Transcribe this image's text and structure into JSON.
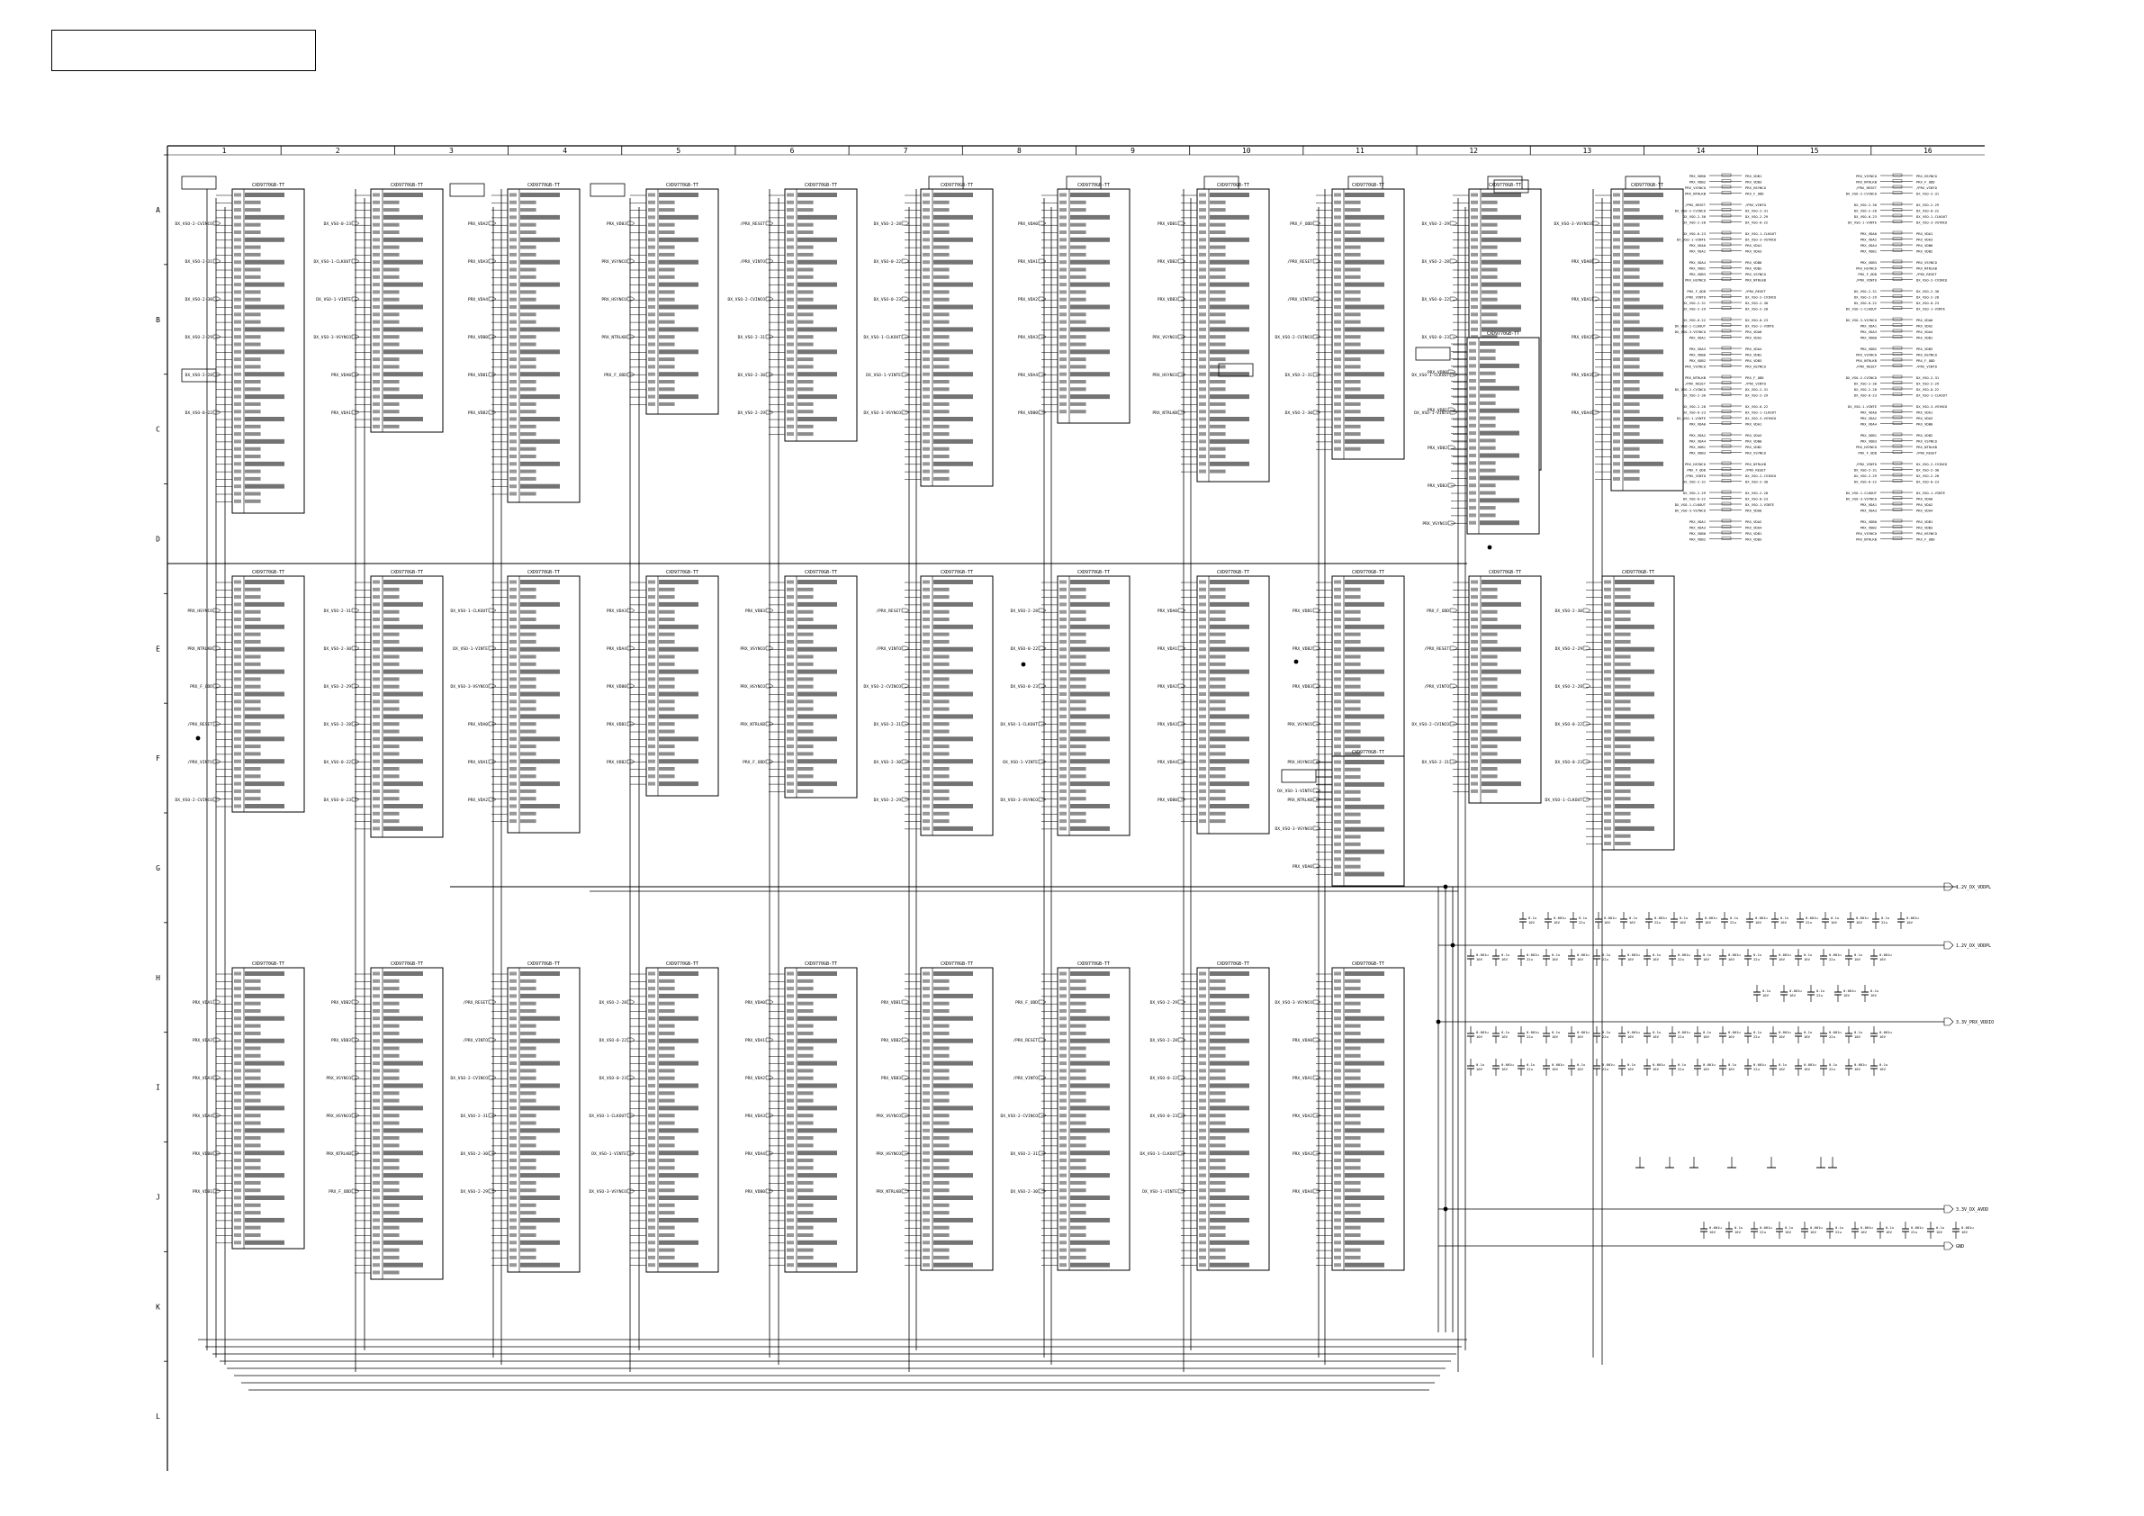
{
  "sheet": {
    "title_block_text": "",
    "column_labels": [
      "1",
      "2",
      "3",
      "4",
      "5",
      "6",
      "7",
      "8",
      "9",
      "10",
      "11",
      "12",
      "13",
      "14",
      "15",
      "16"
    ],
    "row_labels": [
      "A",
      "B",
      "C",
      "D",
      "E",
      "F",
      "G",
      "H",
      "I",
      "J",
      "K",
      "L"
    ]
  },
  "chip_part": "CXD9770GB-TT",
  "rails": [
    "1.2V_DX_VDDPL",
    "3.3V_PRX_VDDIO",
    "3.3V_DX_AVDD",
    "GND"
  ],
  "caps": [
    "0.001u",
    "0.1u",
    "10V",
    "16V",
    "22u",
    "6.3V",
    "4700P",
    "10u"
  ],
  "net_labels": [
    "DX_VSO-2-CVINCO",
    "DX_VSO-2-31",
    "DX_VSO-2-30",
    "DX_VSO-2-29",
    "DX_VSO-2-28",
    "DX_VSO-0-22",
    "DX_VSO-0-23",
    "DX_VSO-1-CLKOUT",
    "DX_VSO-1-VINTE",
    "DX_VSO-3-VSYNCO",
    "PRX_VDA0",
    "PRX_VDA1",
    "PRX_VDA2",
    "PRX_VDA3",
    "PRX_VDA4",
    "PRX_VDB0",
    "PRX_VDB1",
    "PRX_VDB2",
    "PRX_VDB3",
    "PRX_VSYNCO",
    "PRX_HSYNCO",
    "PRX_NTRLKB",
    "PRX_F_ODD",
    "/PRX_RESET",
    "/PRX_VINTO"
  ]
}
